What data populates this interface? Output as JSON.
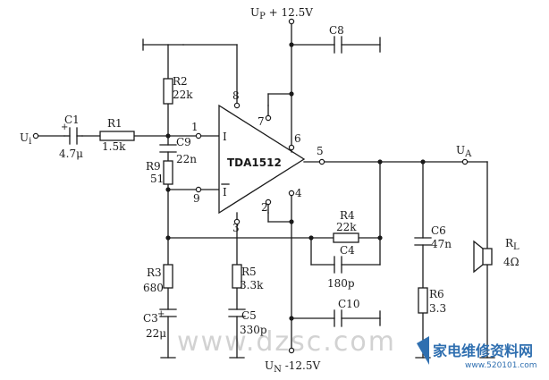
{
  "supply": {
    "positive": "U",
    "positive_sub": "P",
    "positive_value": " + 12.5V",
    "negative": "U",
    "negative_sub": "N",
    "negative_value": " -12.5V"
  },
  "input": {
    "label": "U",
    "sub": "i"
  },
  "output": {
    "label": "U",
    "sub": "A"
  },
  "ic": {
    "name": "TDA1512",
    "inv_in": "I",
    "noninv_in": "I",
    "pins": [
      "1",
      "9",
      "8",
      "7",
      "6",
      "5",
      "4",
      "2",
      "3"
    ]
  },
  "components": {
    "c1": {
      "ref": "C1",
      "value": "4.7μ",
      "polarity": "+"
    },
    "r1": {
      "ref": "R1",
      "value": "1.5k"
    },
    "r2": {
      "ref": "R2",
      "value": "22k"
    },
    "c9": {
      "ref": "C9",
      "value": "22n"
    },
    "r9": {
      "ref": "R9",
      "value": "51"
    },
    "r3": {
      "ref": "R3",
      "value": "680"
    },
    "c3": {
      "ref": "C3",
      "value": "22μ",
      "polarity": "+"
    },
    "r5": {
      "ref": "R5",
      "value": "3.3k"
    },
    "c5": {
      "ref": "C5",
      "value": "330p"
    },
    "c8": {
      "ref": "C8",
      "value": ""
    },
    "c10": {
      "ref": "C10",
      "value": ""
    },
    "r4": {
      "ref": "R4",
      "value": "22k"
    },
    "c4": {
      "ref": "C4",
      "value": "180p"
    },
    "c6": {
      "ref": "C6",
      "value": "47n"
    },
    "r6": {
      "ref": "R6",
      "value": "3.3"
    },
    "rl": {
      "ref": "R",
      "ref_sub": "L",
      "value": "4Ω"
    }
  },
  "watermark": "www.dzsc.com",
  "brand": {
    "name": "家电维修资料网",
    "url": "www.520101.com"
  },
  "colors": {
    "ink": "#1a1a1a",
    "brand": "#2f6fb0",
    "watermark": "#d2d2d2"
  }
}
